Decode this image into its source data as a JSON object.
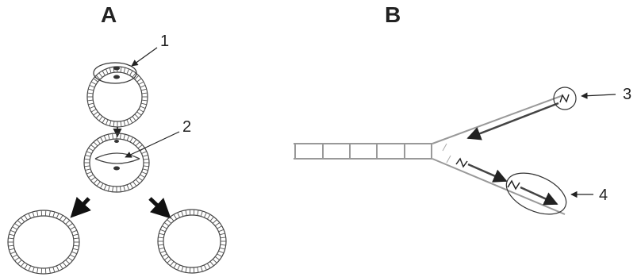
{
  "panels": {
    "a": {
      "letter": "A"
    },
    "b": {
      "letter": "B"
    }
  },
  "callouts": {
    "one": "1",
    "two": "2",
    "three": "3",
    "four": "4"
  },
  "colors": {
    "stroke": "#333333",
    "strand": "#999999",
    "arrow": "#222222"
  }
}
